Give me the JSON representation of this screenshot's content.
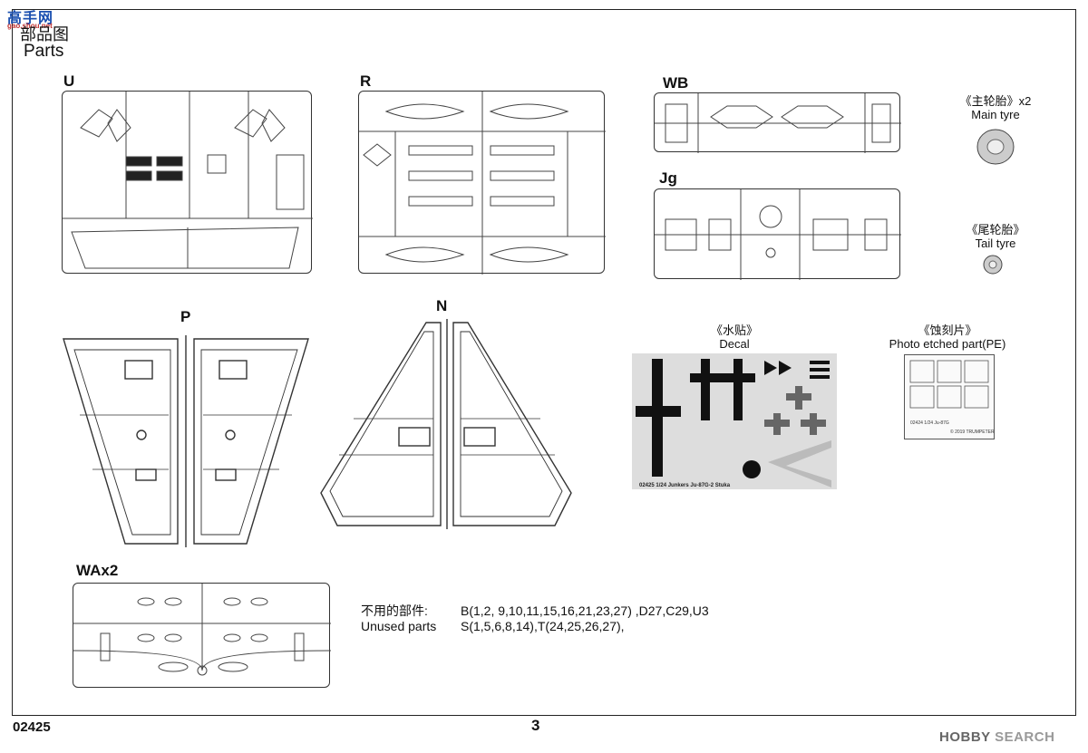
{
  "watermark": {
    "text": "高手网",
    "sub": "gao.shou.net"
  },
  "header": {
    "title_cn": "部品图",
    "title_en": "Parts"
  },
  "sprues": [
    {
      "id": "U",
      "label": "U"
    },
    {
      "id": "R",
      "label": "R"
    },
    {
      "id": "WB",
      "label": "WB"
    },
    {
      "id": "Jg",
      "label": "Jg"
    },
    {
      "id": "P",
      "label": "P"
    },
    {
      "id": "N",
      "label": "N"
    },
    {
      "id": "WA",
      "label": "WAx2"
    }
  ],
  "extras": {
    "main_tyre": {
      "cn": "《主轮胎》x2",
      "en": "Main tyre"
    },
    "tail_tyre": {
      "cn": "《尾轮胎》",
      "en": "Tail tyre"
    },
    "decal": {
      "cn": "《水贴》",
      "en": "Decal",
      "sheet_caption": "02425 1/24 Junkers Ju-87G-2 Stuka"
    },
    "pe": {
      "cn": "《蚀刻片》",
      "en": "Photo etched part(PE)",
      "fret_caption": "02424 1/24 Ju-87G",
      "fret_brand": "© 2019 TRUMPETER"
    }
  },
  "unused": {
    "label_cn": "不用的部件:",
    "label_en": "Unused parts",
    "line1": "B(1,2, 9,10,11,15,16,21,23,27) ,D27,C29,U3",
    "line2": "S(1,5,6,8,14),T(24,25,26,27),"
  },
  "footer": {
    "code": "02425",
    "page": "3",
    "brand_a": "HOBBY",
    "brand_b": "SEARCH"
  }
}
